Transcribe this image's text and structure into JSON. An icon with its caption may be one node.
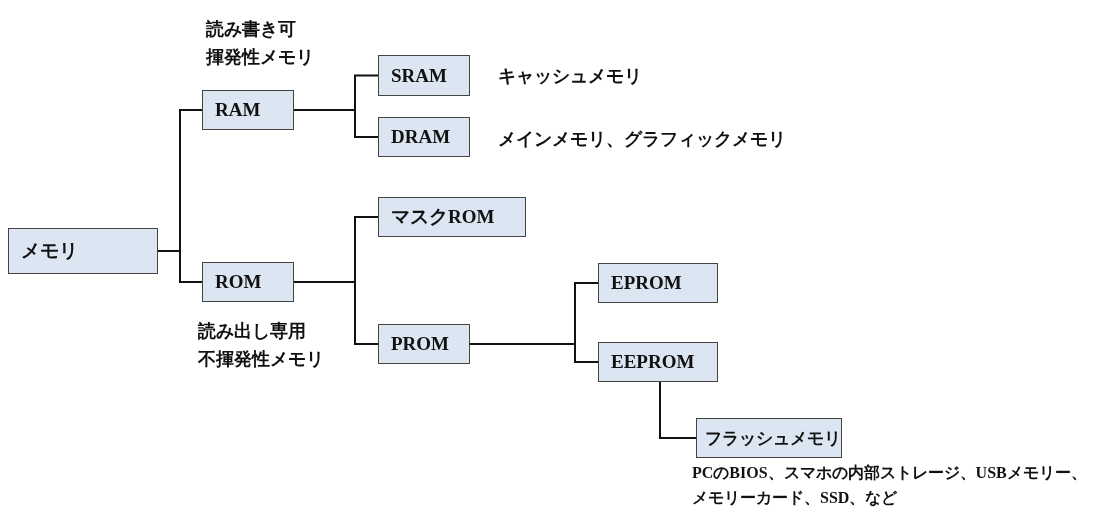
{
  "diagram": {
    "nodes": [
      {
        "text": [
          "メモリ"
        ]
      },
      {
        "text": [
          "RAM"
        ],
        "beside": [
          "読み書き可",
          "揮発性メモリ"
        ]
      },
      {
        "text": [
          "SRAM"
        ],
        "beside": [
          "キャッシュメモリ"
        ]
      },
      {
        "text": [
          "DRAM"
        ],
        "beside": [
          "メインメモリ、グラフィックメモリ"
        ]
      },
      {
        "text": [
          "ROM"
        ],
        "beside": [
          "読み出し専用",
          "不揮発性メモリ"
        ]
      },
      {
        "text": [
          "マスクROM"
        ]
      },
      {
        "text": [
          "PROM"
        ]
      },
      {
        "text": [
          "EPROM"
        ]
      },
      {
        "text": [
          "EEPROM"
        ]
      },
      {
        "text": [
          "フラッシュメモリ"
        ],
        "beside": [
          "PCのBIOS、スマホの内部ストレージ、USBメモリー、メモリーカード、SSD、など"
        ]
      }
    ],
    "edges": [
      {
        "from": 0,
        "to": 1,
        "arrow": "none"
      },
      {
        "from": 0,
        "to": 4,
        "arrow": "none"
      },
      {
        "from": 1,
        "to": 2,
        "arrow": "none"
      },
      {
        "from": 1,
        "to": 3,
        "arrow": "none"
      },
      {
        "from": 4,
        "to": 5,
        "arrow": "none"
      },
      {
        "from": 4,
        "to": 6,
        "arrow": "none"
      },
      {
        "from": 6,
        "to": 7,
        "arrow": "none"
      },
      {
        "from": 6,
        "to": 8,
        "arrow": "none"
      },
      {
        "from": 8,
        "to": 9,
        "arrow": "none"
      }
    ]
  }
}
